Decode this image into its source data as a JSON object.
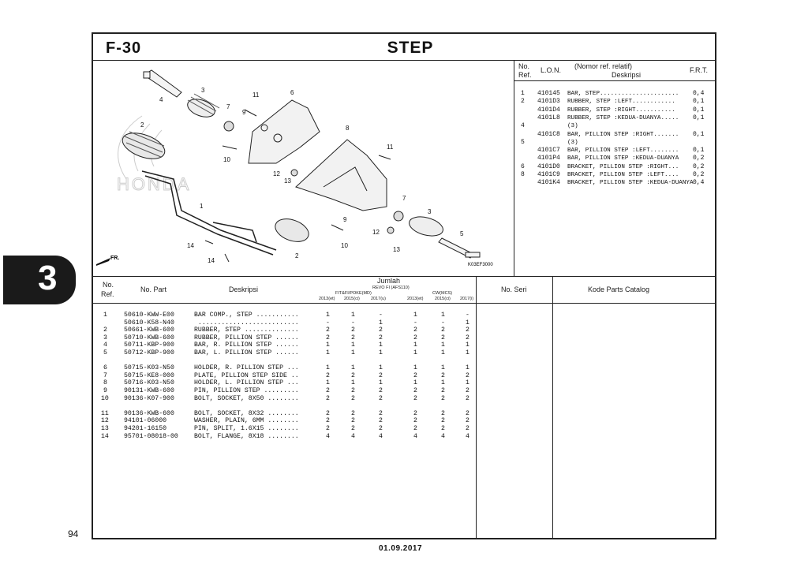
{
  "header": {
    "section_code": "F-30",
    "title": "STEP"
  },
  "side_tab": "3",
  "page_number": "94",
  "footer_date": "01.09.2017",
  "diagram": {
    "image_code": "K03EF3000",
    "front_label": "FR.",
    "watermark": "HONDA",
    "callouts": [
      "4",
      "3",
      "7",
      "11",
      "6",
      "9",
      "2",
      "10",
      "8",
      "12",
      "13",
      "11",
      "1",
      "7",
      "3",
      "9",
      "12",
      "5",
      "14",
      "10",
      "14",
      "13",
      "2"
    ]
  },
  "ref_table": {
    "headers": {
      "no_ref": "No.",
      "ref": "Ref.",
      "lon": "L.O.N.",
      "desc_top": "(Nomor ref. relatif)",
      "desc": "Deskripsi",
      "frt": "F.R.T."
    },
    "rows": [
      {
        "no": "1",
        "lon": "410145",
        "desc": "BAR, STEP......................",
        "frt": "0,4"
      },
      {
        "no": "2",
        "lon": "4101D3",
        "desc": "RUBBER, STEP :LEFT............",
        "frt": "0,1"
      },
      {
        "no": "",
        "lon": "4101D4",
        "desc": "RUBBER, STEP :RIGHT...........",
        "frt": "0,1"
      },
      {
        "no": "",
        "lon": "4101L8",
        "desc": "RUBBER, STEP :KEDUA-DUANYA.....",
        "frt": "0,1"
      },
      {
        "no": "4",
        "lon": "",
        "desc": "(3)",
        "frt": ""
      },
      {
        "no": "",
        "lon": "4101C8",
        "desc": "BAR, PILLION STEP :RIGHT.......",
        "frt": "0,1"
      },
      {
        "no": "5",
        "lon": "",
        "desc": "(3)",
        "frt": ""
      },
      {
        "no": "",
        "lon": "4101C7",
        "desc": "BAR, PILLION STEP :LEFT........",
        "frt": "0,1"
      },
      {
        "no": "",
        "lon": "4101P4",
        "desc": "BAR, PILLION STEP :KEDUA-DUANYA",
        "frt": "0,2"
      },
      {
        "no": "6",
        "lon": "4101D0",
        "desc": "BRACKET, PILLION STEP :RIGHT...",
        "frt": "0,2"
      },
      {
        "no": "8",
        "lon": "4101C9",
        "desc": "BRACKET, PILLION STEP :LEFT....",
        "frt": "0,2"
      },
      {
        "no": "",
        "lon": "4101K4",
        "desc": "BRACKET, PILLION STEP :KEDUA-DUANYA",
        "frt": "0,4"
      }
    ]
  },
  "parts_table": {
    "headers": {
      "no_ref": "No.",
      "ref": "Ref.",
      "no_part": "No. Part",
      "desc": "Deskripsi",
      "jumlah": "Jumlah",
      "model_top": "REVO FI (AFS110)",
      "group1": "FIT&FI/POKE(MD)",
      "group2": "CW(MCS)",
      "years": [
        "2013(et)",
        "2015(ci)",
        "2017(u)",
        "2013(et)",
        "2015(ci)",
        "2017(i)"
      ],
      "no_seri": "No. Seri",
      "kode": "Kode Parts Catalog"
    },
    "rows": [
      {
        "ref": "1",
        "part": "50610-KWW-E00",
        "desc": "BAR COMP., STEP ...........",
        "q": [
          "1",
          "1",
          "-",
          "1",
          "1",
          "-"
        ]
      },
      {
        "ref": "",
        "part": "50610-K58-N40",
        "desc": " ..........................",
        "q": [
          "-",
          "-",
          "1",
          "-",
          "-",
          "1"
        ]
      },
      {
        "ref": "2",
        "part": "50661-KWB-600",
        "desc": "RUBBER, STEP ..............",
        "q": [
          "2",
          "2",
          "2",
          "2",
          "2",
          "2"
        ]
      },
      {
        "ref": "3",
        "part": "50710-KWB-600",
        "desc": "RUBBER, PILLION STEP ......",
        "q": [
          "2",
          "2",
          "2",
          "2",
          "2",
          "2"
        ]
      },
      {
        "ref": "4",
        "part": "50711-KBP-900",
        "desc": "BAR, R. PILLION STEP ......",
        "q": [
          "1",
          "1",
          "1",
          "1",
          "1",
          "1"
        ]
      },
      {
        "ref": "5",
        "part": "50712-KBP-900",
        "desc": "BAR, L. PILLION STEP ......",
        "q": [
          "1",
          "1",
          "1",
          "1",
          "1",
          "1"
        ]
      },
      {
        "ref": "",
        "part": "",
        "desc": "",
        "q": [
          "",
          "",
          "",
          "",
          "",
          ""
        ]
      },
      {
        "ref": "6",
        "part": "50715-K03-N50",
        "desc": "HOLDER, R. PILLION STEP ...",
        "q": [
          "1",
          "1",
          "1",
          "1",
          "1",
          "1"
        ]
      },
      {
        "ref": "7",
        "part": "50715-KE8-000",
        "desc": "PLATE, PILLION STEP SIDE ..",
        "q": [
          "2",
          "2",
          "2",
          "2",
          "2",
          "2"
        ]
      },
      {
        "ref": "8",
        "part": "50716-K03-N50",
        "desc": "HOLDER, L. PILLION STEP ...",
        "q": [
          "1",
          "1",
          "1",
          "1",
          "1",
          "1"
        ]
      },
      {
        "ref": "9",
        "part": "90131-KWB-600",
        "desc": "PIN, PILLION STEP .........",
        "q": [
          "2",
          "2",
          "2",
          "2",
          "2",
          "2"
        ]
      },
      {
        "ref": "10",
        "part": "90136-K07-900",
        "desc": "BOLT, SOCKET, 8X50 ........",
        "q": [
          "2",
          "2",
          "2",
          "2",
          "2",
          "2"
        ]
      },
      {
        "ref": "",
        "part": "",
        "desc": "",
        "q": [
          "",
          "",
          "",
          "",
          "",
          ""
        ]
      },
      {
        "ref": "11",
        "part": "90136-KWB-600",
        "desc": "BOLT, SOCKET, 8X32 ........",
        "q": [
          "2",
          "2",
          "2",
          "2",
          "2",
          "2"
        ]
      },
      {
        "ref": "12",
        "part": "94101-06000",
        "desc": "WASHER, PLAIN, 6MM ........",
        "q": [
          "2",
          "2",
          "2",
          "2",
          "2",
          "2"
        ]
      },
      {
        "ref": "13",
        "part": "94201-16150",
        "desc": "PIN, SPLIT, 1.6X15 ........",
        "q": [
          "2",
          "2",
          "2",
          "2",
          "2",
          "2"
        ]
      },
      {
        "ref": "14",
        "part": "95701-08018-00",
        "desc": "BOLT, FLANGE, 8X18 ........",
        "q": [
          "4",
          "4",
          "4",
          "4",
          "4",
          "4"
        ]
      }
    ]
  }
}
